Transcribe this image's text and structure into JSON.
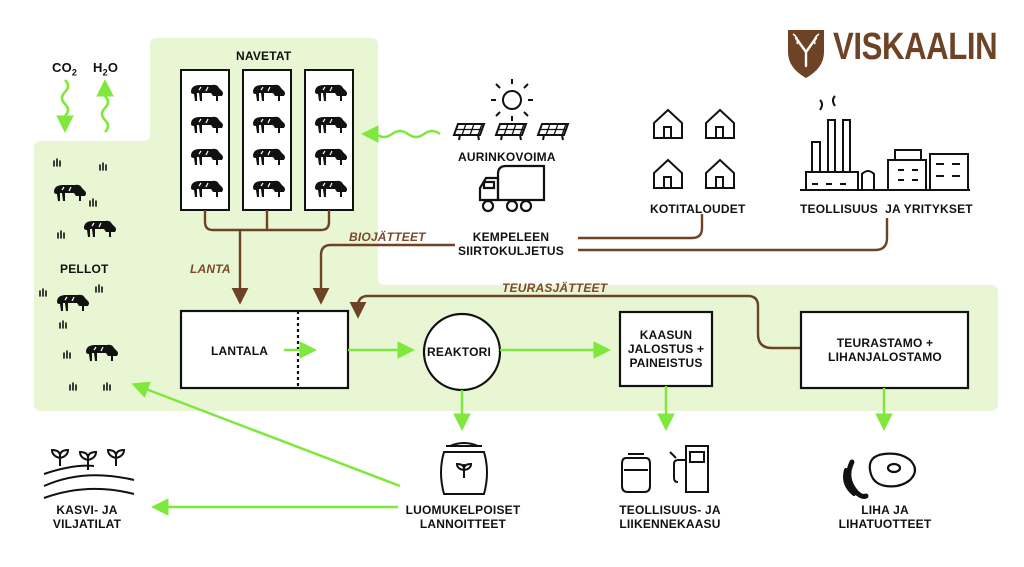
{
  "brand": {
    "name": "VISKAALIN",
    "color": "#6e4225"
  },
  "colors": {
    "area": "#e8f6d4",
    "green": "#7ee83c",
    "brown": "#6e4225",
    "line": "#111111"
  },
  "emissions": {
    "co2": "CO",
    "co2_sub": "2",
    "h2o": "H",
    "h2o_sub": "2",
    "h2o_tail": "O"
  },
  "nodes": {
    "navetat": "NAVETAT",
    "pellot": "PELLOT",
    "aurinkovoima": "AURINKOVOIMA",
    "kotitaloudet": "KOTITALOUDET",
    "teollisuus": "TEOLLISUUS  JA YRITYKSET",
    "kempeleen": "KEMPELEEN\nSIIRTOKULJETUS",
    "lantala": "LANTALA",
    "reaktori": "REAKTORI",
    "kaasun": "KAASUN\nJALOSTUS +\nPAINEISTUS",
    "teurastamo": "TEURASTAMO +\nLIHANJALOSTAMO",
    "kasvi": "KASVI- JA\nVILJATILAT",
    "luomu": "LUOMUKELPOISET\nLANNOITTEET",
    "kaasu_out": "TEOLLISUUS- JA\nLIIKENNEKAASU",
    "liha": "LIHA JA\nLIHATUOTTEET"
  },
  "flows": {
    "lanta": "LANTA",
    "biojatteet": "BIOJÄTTEET",
    "teurasjatteet": "TEURASJÄTTEET"
  },
  "icons": [
    "sun-icon",
    "solar-panel-icon",
    "garbage-truck-icon",
    "house-icon",
    "factory-icon",
    "cow-icon",
    "plant-icon",
    "fertilizer-bag-icon",
    "gas-cylinder-icon",
    "fuel-pump-icon",
    "meat-icon",
    "sausage-icon",
    "viskaalin-shield-icon"
  ]
}
